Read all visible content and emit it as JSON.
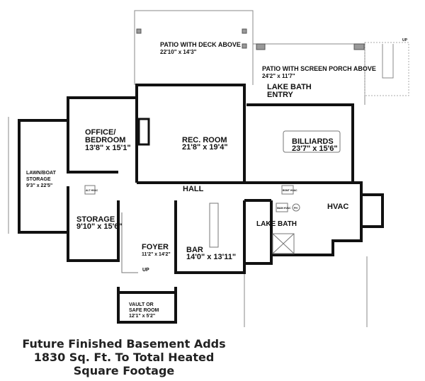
{
  "rooms": {
    "patio_deck": {
      "name": "PATIO WITH DECK ABOVE",
      "size": "22'10\" x 14'3\""
    },
    "patio_porch": {
      "name": "PATIO WITH SCREEN PORCH ABOVE",
      "size": "24'2\" x 11'7\""
    },
    "lake_bath_entry": {
      "line1": "LAKE BATH",
      "line2": "ENTRY"
    },
    "office": {
      "line1": "OFFICE/",
      "line2": "BEDROOM",
      "size": "13'8\" x 15'1\""
    },
    "rec_room": {
      "name": "REC. ROOM",
      "size": "21'8\" x 19'4\""
    },
    "billiards": {
      "name": "BILLIARDS",
      "size": "23'7\" x 15'6\""
    },
    "lawn_storage": {
      "line1": "LAWN/BOAT",
      "line2": "STORAGE",
      "size": "9'3\" x 22'5\""
    },
    "hall": {
      "name": "HALL"
    },
    "hvac": {
      "name": "HVAC"
    },
    "storage": {
      "name": "STORAGE",
      "size": "9'10\" x 15'6\""
    },
    "foyer": {
      "name": "FOYER",
      "size": "11'2\" x 14'2\""
    },
    "bar": {
      "name": "BAR",
      "size": "14'0\" x 13'11\""
    },
    "lake_bath": {
      "name": "LAKE BATH"
    },
    "vault": {
      "line1": "VAULT OR",
      "line2": "SAFE ROOM",
      "size": "12'1\" x 5'2\""
    }
  },
  "equipment": {
    "alt_hvac": "ALT HVAC",
    "bsmt_hvac": "BSMT HVAC",
    "main_hvac": "MAIN HVAC",
    "ph": "PH"
  },
  "stairs": {
    "up_main": "UP",
    "up_exterior": "UP"
  },
  "footer": {
    "line1": "Future Finished Basement Adds",
    "line2": "1830 Sq. Ft. To Total Heated",
    "line3": "Square Footage"
  }
}
